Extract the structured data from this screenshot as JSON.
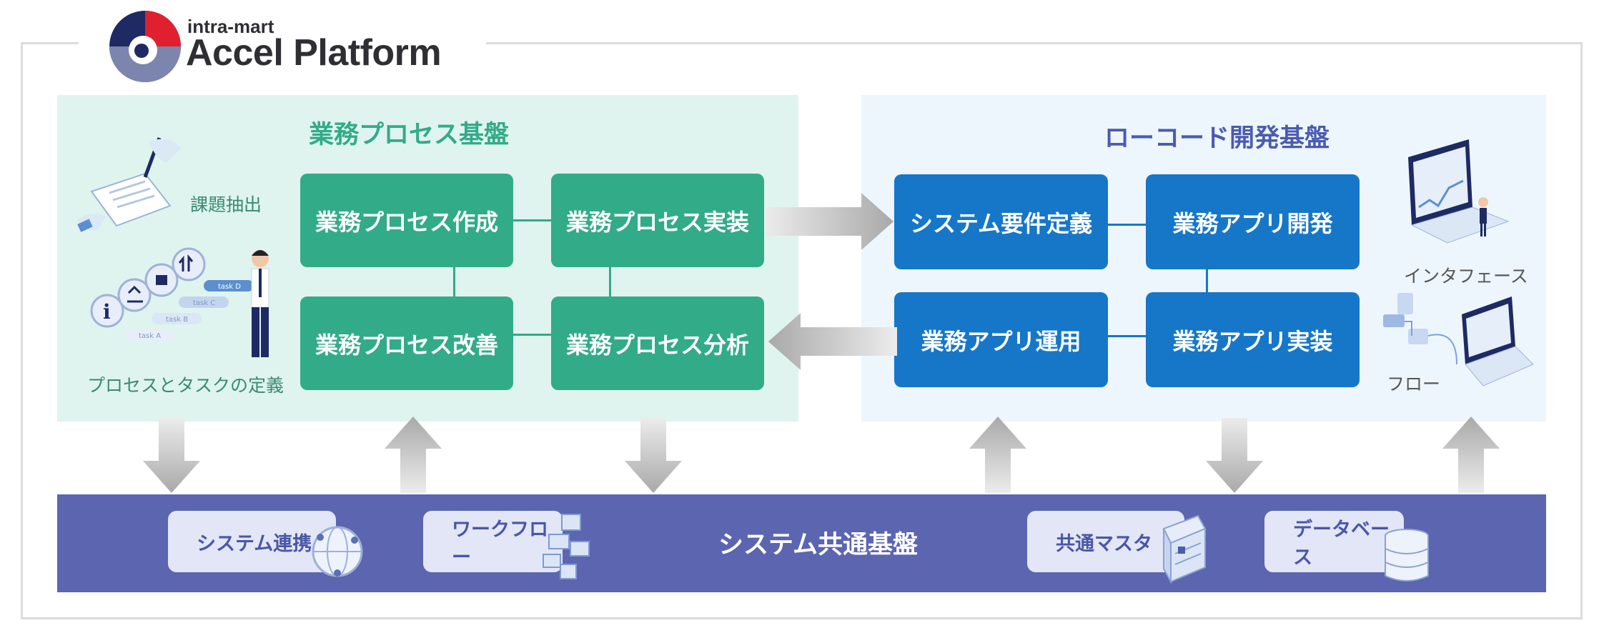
{
  "brand": {
    "small": "intra-mart",
    "big": "Accel Platform"
  },
  "left_panel": {
    "title": "業務プロセス基盤",
    "label_issue": "課題抽出",
    "label_process": "プロセスとタスクの定義",
    "tasks": [
      "task D",
      "task C",
      "task B",
      "task A"
    ],
    "boxes": {
      "create": "業務プロセス作成",
      "implement": "業務プロセス実装",
      "improve": "業務プロセス改善",
      "analyze": "業務プロセス分析"
    }
  },
  "right_panel": {
    "title": "ローコード開発基盤",
    "label_interface": "インタフェース",
    "label_flow": "フロー",
    "boxes": {
      "requirements": "システム要件定義",
      "develop": "業務アプリ開発",
      "operate": "業務アプリ運用",
      "implement": "業務アプリ実装"
    }
  },
  "bottom": {
    "title": "システム共通基盤",
    "chips": [
      "システム連携",
      "ワークフロー",
      "共通マスタ",
      "データベース"
    ]
  },
  "colors": {
    "green": "#32ab88",
    "blue": "#1677c8",
    "bar": "#5c65b0",
    "green_panel": "#dff4ee",
    "blue_panel": "#eef6fd"
  }
}
